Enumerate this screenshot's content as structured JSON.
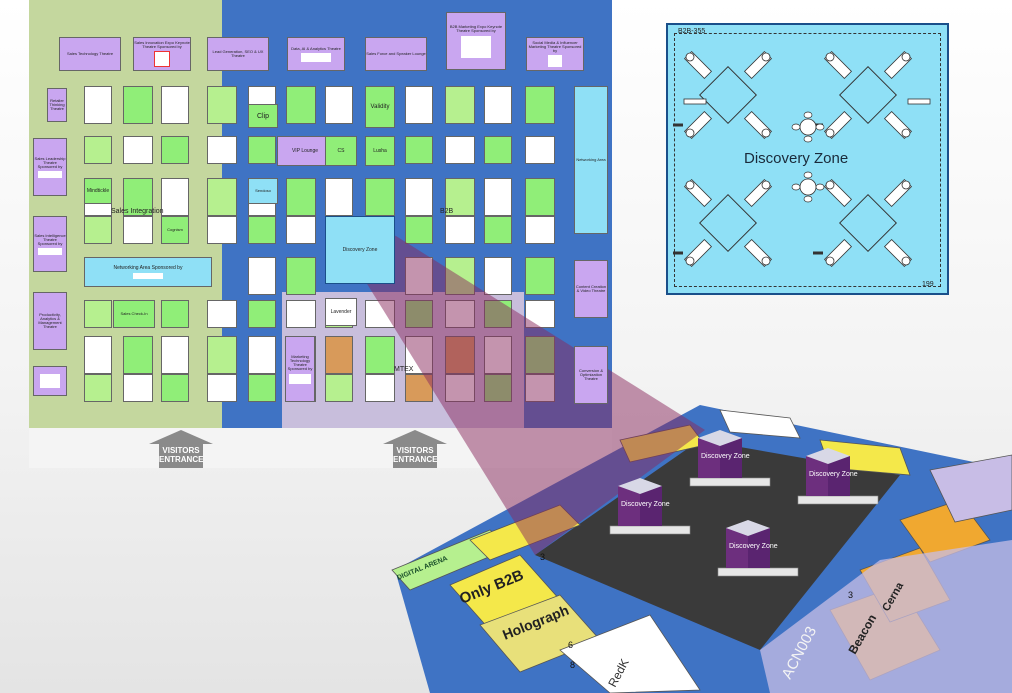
{
  "colors": {
    "hall_left": "#c4d79e",
    "hall_center": "#3f73c4",
    "hall_right_lower": "#c8bedc",
    "booth_green": "#90ee78",
    "booth_purple": "#c9a6f0",
    "discovery_cyan": "#8fe0f6",
    "wedge_magenta": "#8a2a5e",
    "floor_dark": "#3a3a3a",
    "floor_yellow": "#f4e84a",
    "floor_orange": "#f0a830",
    "floor_lavender": "#c8bde6"
  },
  "plan": {
    "theatres": [
      {
        "id": "t1",
        "label": "Sales Technology Theatre"
      },
      {
        "id": "t2",
        "label": "Sales Innovation Expo Keynote Theatre Sponsored by"
      },
      {
        "id": "t3",
        "label": "Lead Generation, SEO & UX Theatre"
      },
      {
        "id": "t4",
        "label": "Data, AI & Analytics Theatre"
      },
      {
        "id": "t5",
        "label": "Sales Force and Speaker Lounge"
      },
      {
        "id": "t6",
        "label": "B2B Marketing Expo Keynote Theatre Sponsored by"
      },
      {
        "id": "t7",
        "label": "Social Media & Influencer Marketing Theatre Sponsored by"
      }
    ],
    "side_panels": [
      {
        "id": "s1",
        "label": "Retailer Thinking Theatre"
      },
      {
        "id": "s2",
        "label": "Sales Leadership Theatre Sponsored by"
      },
      {
        "id": "s3",
        "label": "Sales Intelligence Theatre Sponsored by"
      },
      {
        "id": "s4",
        "label": "Productivity, Analytics & Management Theatre"
      },
      {
        "id": "s5",
        "label": "Networking Area"
      },
      {
        "id": "s6",
        "label": "Content Creation & Video Theatre"
      },
      {
        "id": "s7",
        "label": "Conversion & Optimization Theatre"
      }
    ],
    "booth_labels": [
      {
        "id": "clip",
        "label": "Clip"
      },
      {
        "id": "validity",
        "label": "Validity"
      },
      {
        "id": "mindtickle",
        "label": "Mindtickle"
      },
      {
        "id": "vip",
        "label": "VIP Lounge"
      },
      {
        "id": "cs",
        "label": "CS"
      },
      {
        "id": "lusha",
        "label": "Lusha"
      },
      {
        "id": "lavender",
        "label": "Lavender"
      },
      {
        "id": "sales-checkin",
        "label": "Sales Check-In"
      },
      {
        "id": "cognism",
        "label": "Cognism"
      },
      {
        "id": "sendoso",
        "label": "Sendoso"
      }
    ],
    "zone_labels": {
      "sales_integration": "Sales Integration",
      "b2b": "B2B",
      "mtex": "MTEX",
      "marketing_tech": "Marketing Technology Theatre Sponsored by",
      "networking_area": "Networking Area Sponsored by"
    },
    "discovery_zone_small": "Discovery Zone",
    "entrances": [
      {
        "id": "left",
        "line1": "VISITORS",
        "line2": "ENTRANCE"
      },
      {
        "id": "right",
        "line1": "VISITORS",
        "line2": "ENTRANCE"
      }
    ]
  },
  "zoom": {
    "title": "Discovery Zone",
    "code": "B2B-355",
    "number": "199"
  },
  "render": {
    "discovery_signs": [
      "Discovery Zone",
      "Discovery Zone",
      "Discovery Zone",
      "Discovery Zone"
    ],
    "labels": {
      "only_b2b": "Only B2B",
      "holograph": "Holograph",
      "redk": "RedK",
      "beacon": "Beacon",
      "cerna": "Cerna",
      "digital_arena": "DIGITAL ARENA",
      "acn": "ACN003",
      "num3a": "3",
      "num3b": "3",
      "num6": "6",
      "num8": "8"
    }
  }
}
